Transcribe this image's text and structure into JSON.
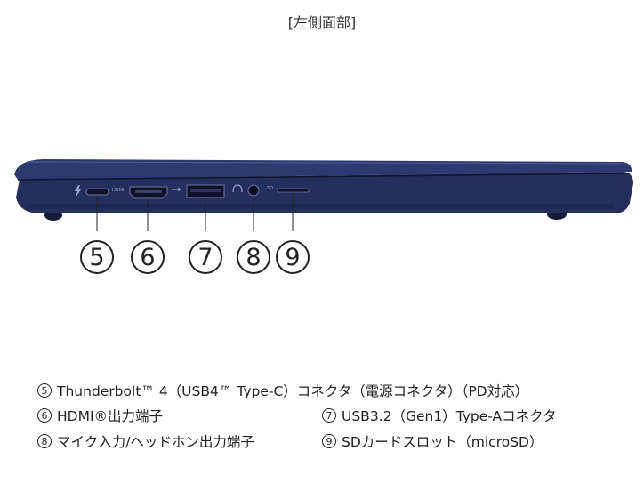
{
  "heading": "[左側面部]",
  "callouts": [
    "5",
    "6",
    "7",
    "8",
    "9"
  ],
  "legend": [
    {
      "num": "5",
      "text": "Thunderbolt™ 4（USB4™ Type-C）コネクタ（電源コネクタ）（PD対応）"
    },
    {
      "num": "6",
      "text": "HDMI®出力端子"
    },
    {
      "num": "7",
      "text": "USB3.2（Gen1）Type-Aコネクタ"
    },
    {
      "num": "8",
      "text": "マイク入力/ヘッドホン出力端子"
    },
    {
      "num": "9",
      "text": "SDカードスロット（microSD）"
    }
  ],
  "colors": {
    "body": "#23305e",
    "body_dark": "#141b38",
    "port_label": "#9aa3c8"
  },
  "port_labels": {
    "hdmi": "HDMI",
    "microsd": "SD"
  }
}
